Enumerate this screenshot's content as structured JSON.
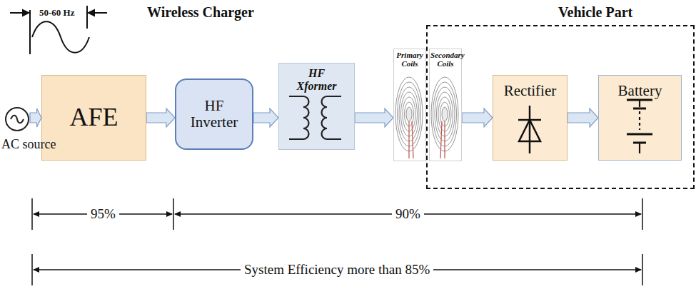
{
  "diagram": {
    "nodes": [
      {
        "text": [
          "AC source"
        ]
      },
      {
        "text": [
          "AFE"
        ]
      },
      {
        "text": [
          "HF Inverter"
        ]
      },
      {
        "text": [
          "HF Xformer"
        ]
      },
      {
        "text": [
          "Primary Coils"
        ]
      },
      {
        "text": [
          "Vehicle Part"
        ]
      },
      {
        "text": [
          "Secondary Coils"
        ],
        "in": 5
      },
      {
        "text": [
          "Rectifier"
        ],
        "in": 5
      },
      {
        "text": [
          "Battery"
        ],
        "in": 5
      }
    ],
    "edges": [
      {
        "from": 0,
        "to": 1,
        "arrow": "to"
      },
      {
        "from": 1,
        "to": 2,
        "arrow": "to"
      },
      {
        "from": 2,
        "to": 3,
        "arrow": "to"
      },
      {
        "from": 3,
        "to": 4,
        "arrow": "to"
      },
      {
        "from": 6,
        "to": 7,
        "arrow": "to"
      },
      {
        "from": 7,
        "to": 8,
        "arrow": "to"
      }
    ],
    "labels": [
      "50-60 Hz",
      "Wireless Charger",
      "95%",
      "90%",
      "System Efficiency more than 85%"
    ]
  }
}
